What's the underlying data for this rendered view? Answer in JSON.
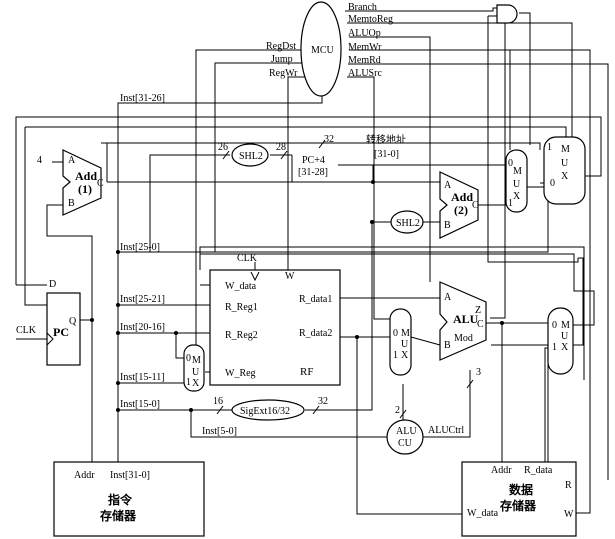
{
  "mcu": {
    "name": "MCU",
    "outputs": [
      "Branch",
      "MemtoReg",
      "ALUOp",
      "MemWr",
      "MemRd",
      "ALUSrc"
    ],
    "left_outputs": [
      "RegDst",
      "Jump",
      "RegWr"
    ]
  },
  "instruction": {
    "inst_31_26": "Inst[31-26]",
    "inst_25_0": "Inst[25-0]",
    "inst_25_21": "Inst[25-21]",
    "inst_20_16": "Inst[20-16]",
    "inst_15_11": "Inst[15-11]",
    "inst_15_0": "Inst[15-0]",
    "inst_5_0": "Inst[5-0]"
  },
  "pc": {
    "name": "PC",
    "d": "D",
    "q": "Q",
    "clk": "CLK"
  },
  "add1": {
    "line1": "Add",
    "line2": "(1)",
    "a": "A",
    "b": "B",
    "c": "C",
    "const": "4"
  },
  "add2": {
    "line1": "Add",
    "line2": "(2)",
    "a": "A",
    "b": "B",
    "c": "C"
  },
  "shl2_top": "SHL2",
  "shl2_mid": "SHL2",
  "jump_path": {
    "w26": "26",
    "w28": "28",
    "w32": "32",
    "pc4": "PC+4",
    "pc_bits": "[31-28]",
    "branch_label": "转移地址",
    "bits_31_0": "[31-0]"
  },
  "rf": {
    "name": "RF",
    "clk": "CLK",
    "w": "W",
    "w_data": "W_data",
    "r_reg1": "R_Reg1",
    "r_reg2": "R_Reg2",
    "w_reg": "W_Reg",
    "r_data1": "R_data1",
    "r_data2": "R_data2"
  },
  "alu": {
    "name": "ALU",
    "mod": "Mod",
    "a": "A",
    "b": "B",
    "z": "Z",
    "c": "C"
  },
  "alucu": {
    "line1": "ALU",
    "line2": "CU",
    "ctrl": "ALUCtrl",
    "w3": "3",
    "w2": "2"
  },
  "sigext": {
    "name": "SigExt16/32",
    "w16": "16",
    "w32": "32"
  },
  "imem": {
    "addr": "Addr",
    "out": "Inst[31-0]",
    "line1": "指令",
    "line2": "存储器"
  },
  "dmem": {
    "addr": "Addr",
    "rdata": "R_data",
    "wdata": "W_data",
    "line1": "数据",
    "line2": "存储器",
    "r": "R",
    "w": "W"
  },
  "mux": {
    "m": "M",
    "u": "U",
    "x": "X",
    "zero": "0",
    "one": "1"
  }
}
